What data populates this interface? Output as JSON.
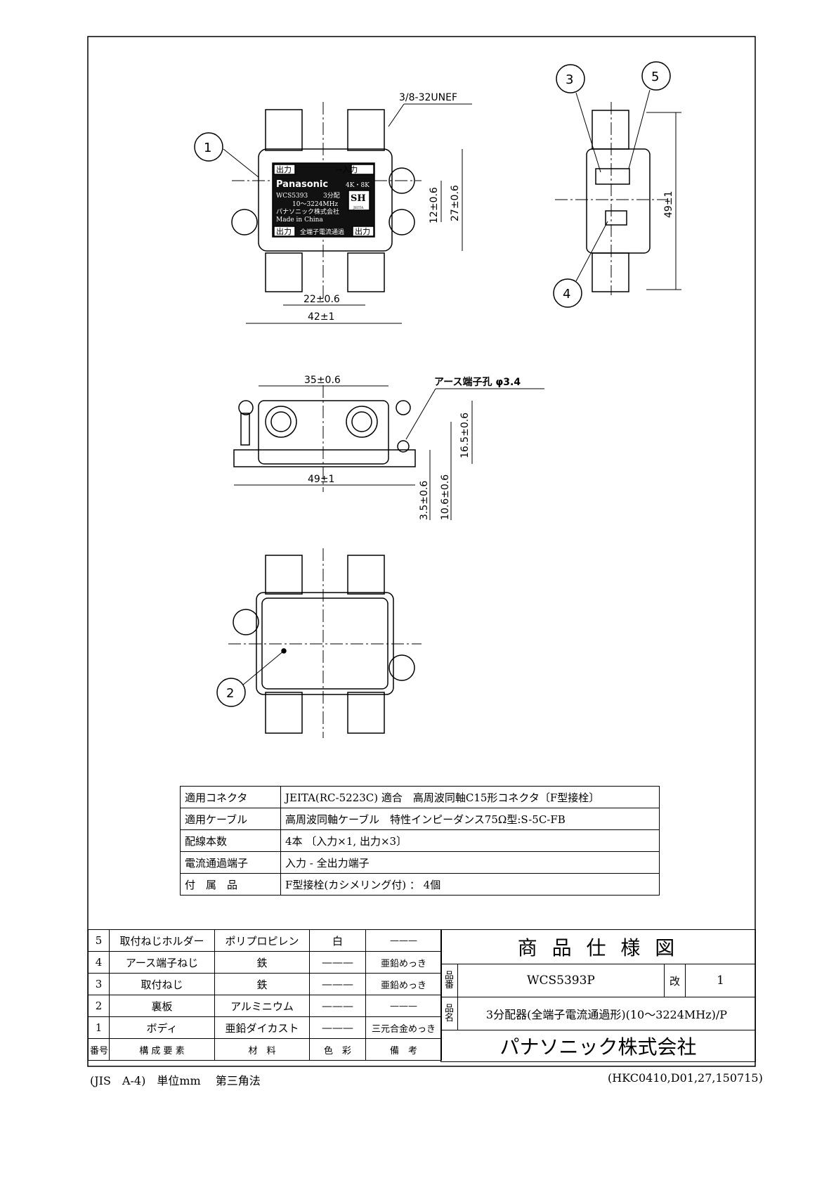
{
  "drawing": {
    "thread_note": "3/8-32UNEF",
    "label": {
      "out1": "出力",
      "in": "→入力",
      "brand": "Panasonic",
      "res": "4K・8K",
      "model": "WCS5393",
      "split": "3分配",
      "freq": "10〜3224MHz",
      "maker": "パナソニック株式会社",
      "origin": "Made in China",
      "out2": "出力",
      "pass": "全端子電流通過",
      "out3": "出力",
      "sh": "SH",
      "jeita": "JEITA"
    },
    "dims": {
      "w_inner": "22±0.6",
      "w_outer": "42±1",
      "h_inner": "12±0.6",
      "h_outer": "27±0.6",
      "side_h": "49±1",
      "front_top": "35±0.6",
      "front_bottom": "49±1",
      "earth_hole": "アース端子孔 φ3.4",
      "h_165": "16.5±0.6",
      "h_35": "3.5±0.6",
      "h_106": "10.6±0.6"
    },
    "balloons": [
      "1",
      "2",
      "3",
      "4",
      "5"
    ]
  },
  "spec_table": [
    {
      "label": "適用コネクタ",
      "value": "JEITA(RC-5223C) 適合　高周波同軸C15形コネクタ〔F型接栓〕"
    },
    {
      "label": "適用ケーブル",
      "value": "高周波同軸ケーブル　特性インピーダンス75Ω型:S-5C-FB"
    },
    {
      "label": "配線本数",
      "value": "4本 〔入力×1, 出力×3〕"
    },
    {
      "label": "電流通過端子",
      "value": "入力 - 全出力端子"
    },
    {
      "label": "付　属　品",
      "value": "F型接栓(カシメリング付) ： 4個"
    }
  ],
  "parts_table": {
    "rows": [
      [
        "5",
        "取付ねじホルダー",
        "ポリプロピレン",
        "白",
        "———"
      ],
      [
        "4",
        "アース端子ねじ",
        "鉄",
        "———",
        "亜鉛めっき"
      ],
      [
        "3",
        "取付ねじ",
        "鉄",
        "———",
        "亜鉛めっき"
      ],
      [
        "2",
        "裏板",
        "アルミニウム",
        "———",
        "———"
      ],
      [
        "1",
        "ボディ",
        "亜鉛ダイカスト",
        "———",
        "三元合金めっき"
      ]
    ],
    "header": [
      "番号",
      "構 成 要 素",
      "材　料",
      "色　彩",
      "備　考"
    ]
  },
  "title_block": {
    "title": "商 品 仕 様 図",
    "part_no_label": "品番",
    "part_no": "WCS5393P",
    "rev_label": "改",
    "rev": "1",
    "name_label": "品名",
    "name": "3分配器(全端子電流通過形)(10〜3224MHz)/P",
    "company": "パナソニック株式会社"
  },
  "footer": {
    "left": "(JIS　A-4)　単位mm　 第三角法",
    "right": "(HKC0410,D01,27,150715)"
  }
}
